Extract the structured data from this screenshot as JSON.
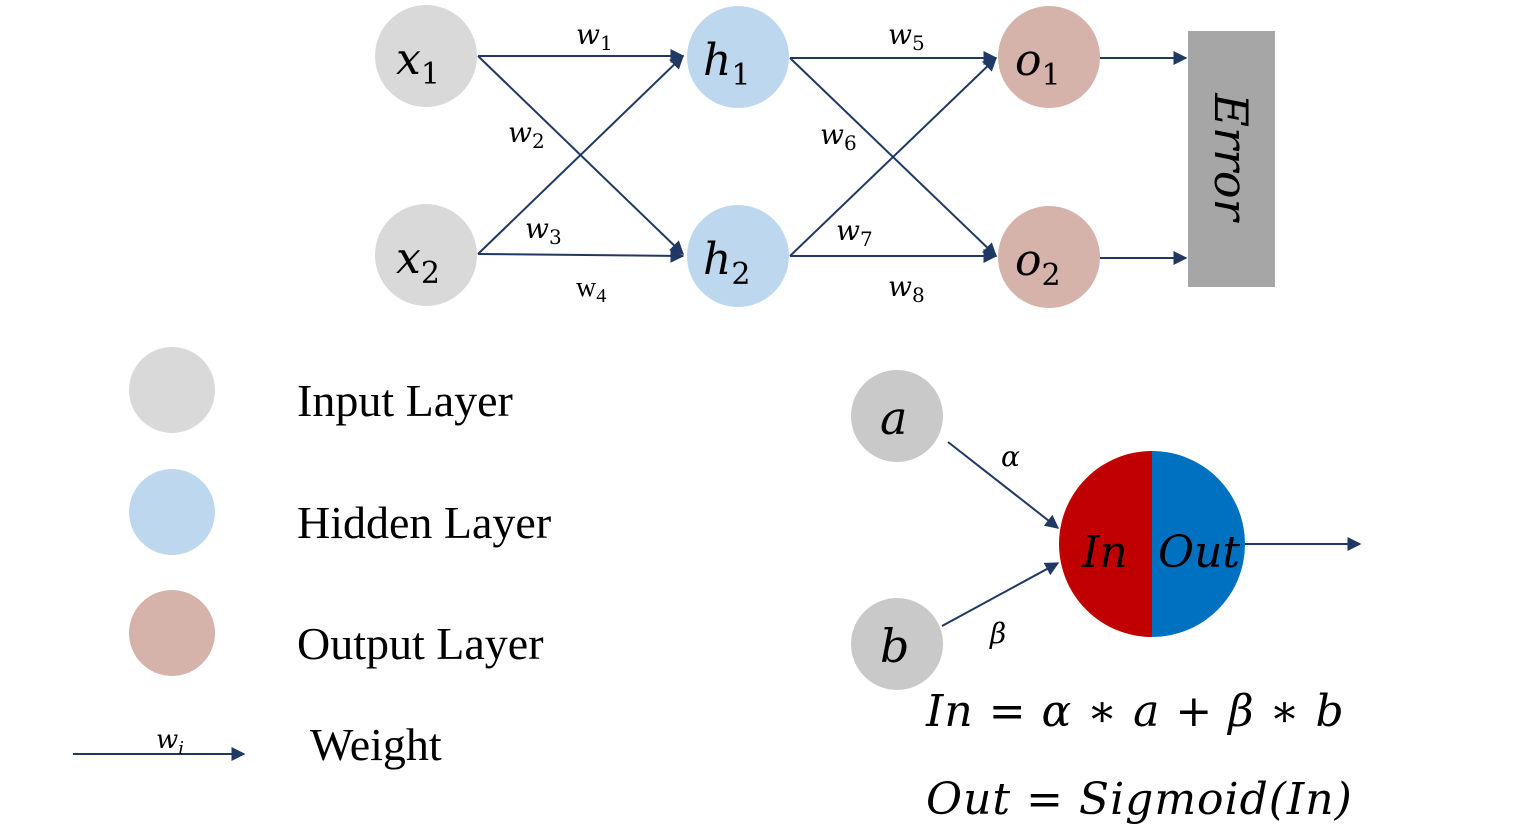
{
  "network": {
    "nodes": {
      "x1": {
        "name": "x",
        "sub": "1"
      },
      "x2": {
        "name": "x",
        "sub": "2"
      },
      "h1": {
        "name": "h",
        "sub": "1"
      },
      "h2": {
        "name": "h",
        "sub": "2"
      },
      "o1": {
        "name": "o",
        "sub": "1"
      },
      "o2": {
        "name": "o",
        "sub": "2"
      }
    },
    "weights": [
      {
        "name": "w",
        "sub": "1",
        "style": "italic"
      },
      {
        "name": "w",
        "sub": "2",
        "style": "italic"
      },
      {
        "name": "w",
        "sub": "3",
        "style": "italic"
      },
      {
        "name": "w",
        "sub": "4",
        "style": "plain"
      },
      {
        "name": "w",
        "sub": "5",
        "style": "italic"
      },
      {
        "name": "w",
        "sub": "6",
        "style": "italic"
      },
      {
        "name": "w",
        "sub": "7",
        "style": "italic"
      },
      {
        "name": "w",
        "sub": "8",
        "style": "italic"
      }
    ],
    "error_label": "Error"
  },
  "legend": {
    "input": "Input Layer",
    "hidden": "Hidden Layer",
    "output": "Output Layer",
    "weight": "Weight",
    "weight_symbol": {
      "name": "w",
      "sub": "i"
    }
  },
  "neuron": {
    "input_a": "a",
    "input_b": "b",
    "alpha": "α",
    "beta": "β",
    "in_label": "In",
    "out_label": "Out"
  },
  "formulas": {
    "in": "In = α ∗ a + β ∗ b",
    "out": "Out = Sigmoid(In)"
  },
  "colors": {
    "input": "#d9d9d9",
    "hidden": "#bdd7ee",
    "output": "#d5b3ab",
    "error_box": "#a6a6a6",
    "edge": "#1f3864",
    "neuron_in": "#c00000",
    "neuron_out": "#0070c0",
    "neuron_inputs": "#c9c9c9"
  }
}
